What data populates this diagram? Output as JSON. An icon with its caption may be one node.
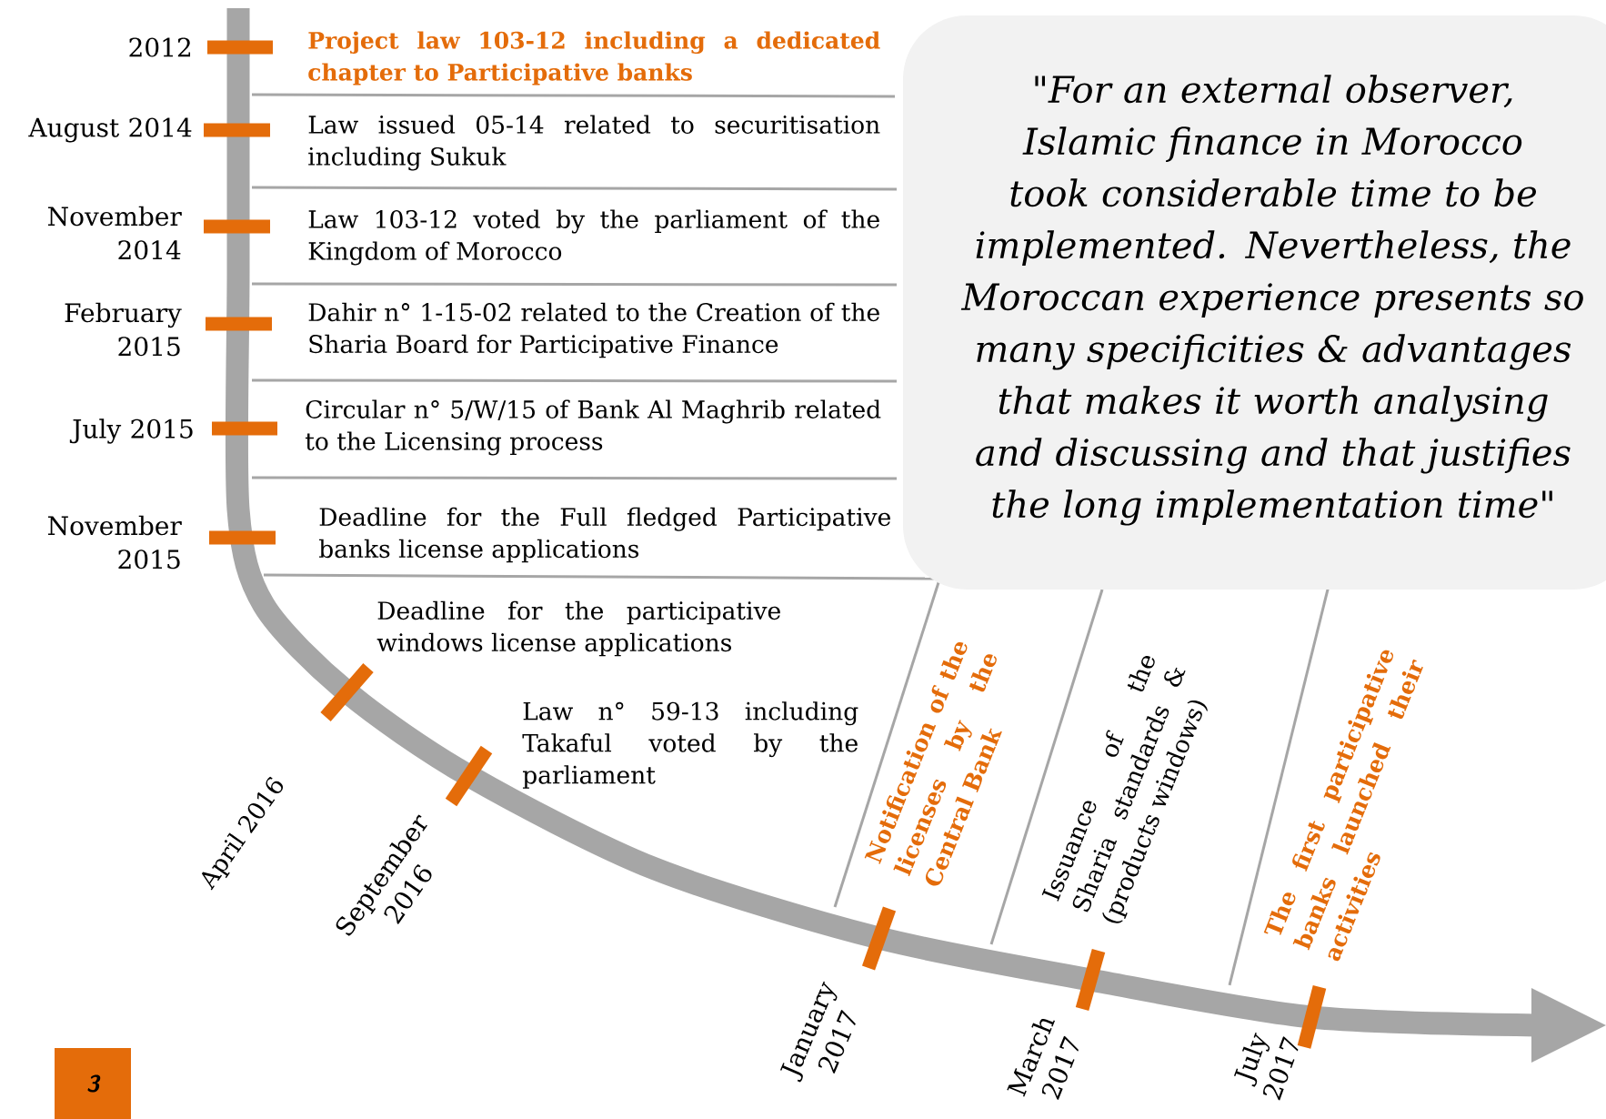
{
  "diagram": {
    "nodes": [
      {
        "text": [
          "\"For an external observer, Islamic finance in Morocco took considerable time to be implemented. Nevertheless, the Moroccan experience presents so many specificities & advantages that makes it worth analysing and discussing and that justifies the long implementation time\""
        ]
      },
      {
        "text": [
          "3"
        ]
      }
    ],
    "labels": [
      "2012",
      "Project law 103-12 including a dedicated chapter to Participative banks",
      "August 2014",
      "Law issued 05-14 related to securitisation including Sukuk",
      "November 2014",
      "Law 103-12 voted by the parliament of the Kingdom of Morocco",
      "February 2015",
      "Dahir n° 1-15-02 related to the Creation of the Sharia Board for Participative Finance",
      "July 2015",
      "Circular n° 5/W/15 of Bank Al Maghrib related to the Licensing process",
      "November 2015",
      "Deadline for the Full fledged Participative banks license applications",
      "Deadline for the participative windows license applications",
      "Law n° 59-13 including Takaful voted by the parliament",
      "April 2016",
      "September 2016",
      "Notification of the licenses by the Central Bank",
      "Issuance of the Sharia standards & (products windows)",
      "The first participative banks launched their activities",
      "January 2017",
      "March 2017",
      "July 2017"
    ]
  }
}
